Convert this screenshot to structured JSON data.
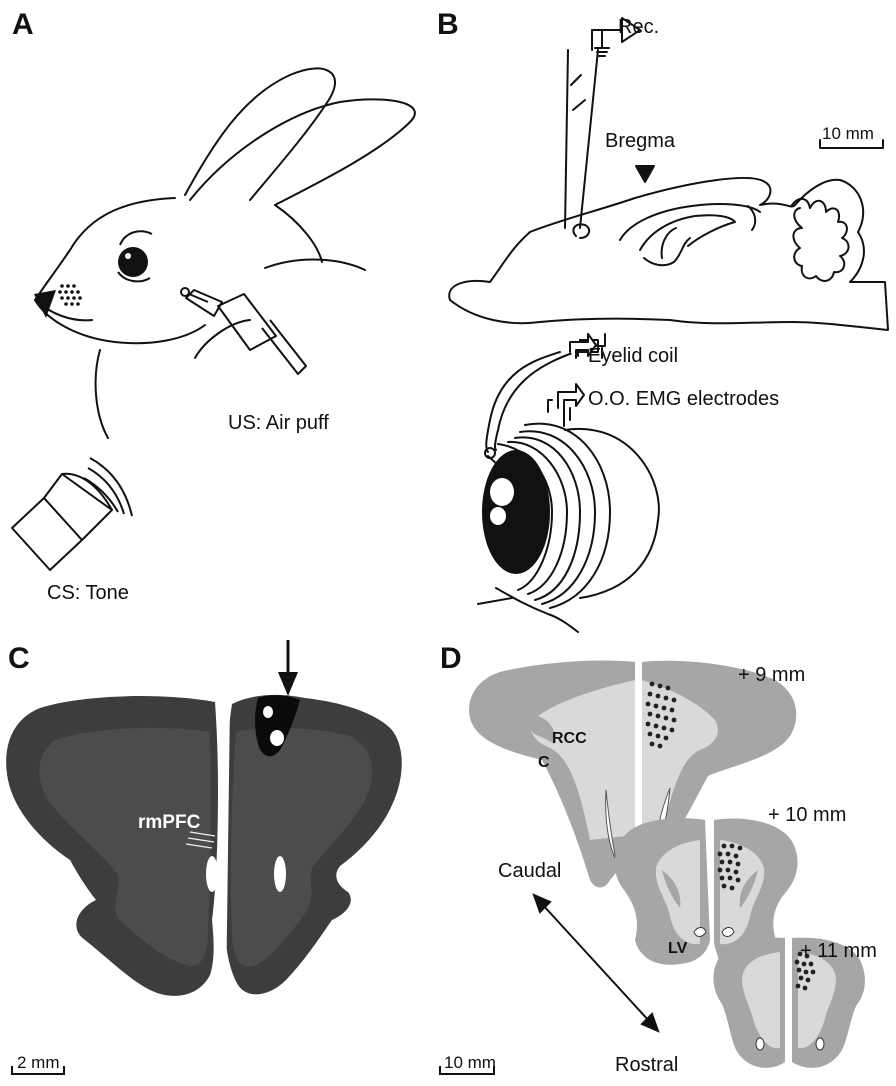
{
  "panels": {
    "a": {
      "label": "A",
      "us_label": "US: Air puff",
      "cs_label": "CS: Tone"
    },
    "b": {
      "label": "B",
      "rec_label": "Rec.",
      "bregma_label": "Bregma",
      "scale_label": "10 mm",
      "eyelid_coil_label": "Eyelid coil",
      "emg_label": "O.O. EMG electrodes"
    },
    "c": {
      "label": "C",
      "region_label": "rmPFC",
      "scale_label": "2 mm"
    },
    "d": {
      "label": "D",
      "section_labels": [
        "+ 9 mm",
        "+ 10 mm",
        "+ 11 mm"
      ],
      "rcc_label": "RCC",
      "c_label": "C",
      "lv_label": "LV",
      "caudal_label": "Caudal",
      "rostral_label": "Rostral",
      "scale_label": "10 mm"
    }
  },
  "colors": {
    "line": "#111111",
    "section_dark": "#a6a6a6",
    "section_light": "#d9d9d9",
    "tissue": "#3a3a3a"
  }
}
